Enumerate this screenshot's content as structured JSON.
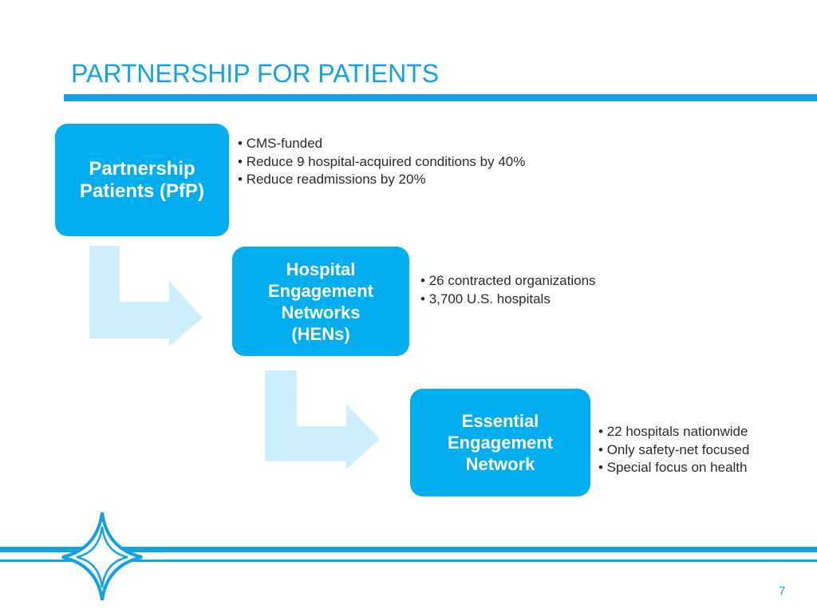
{
  "title": "PARTNERSHIP FOR PATIENTS",
  "steps": [
    {
      "label_lines": [
        "Partnership",
        "Patients (PfP)"
      ],
      "bullets": [
        "CMS-funded",
        "Reduce 9 hospital-acquired conditions by 40%",
        "Reduce readmissions by 20%"
      ]
    },
    {
      "label_lines": [
        "Hospital",
        "Engagement",
        "Networks",
        "(HENs)"
      ],
      "bullets": [
        "26 contracted organizations",
        "3,700 U.S. hospitals"
      ]
    },
    {
      "label_lines": [
        "Essential",
        "Engagement",
        "Network"
      ],
      "bullets": [
        "22 hospitals nationwide",
        "Only safety-net focused",
        "Special  focus on health"
      ]
    }
  ],
  "page_number": "7",
  "colors": {
    "accent": "#14a3e0",
    "box": "#00aeef",
    "arrow": "#cdeefb",
    "text": "#2b2b2b"
  },
  "icons": [
    "four-point-star-icon",
    "bent-arrow-icon"
  ]
}
